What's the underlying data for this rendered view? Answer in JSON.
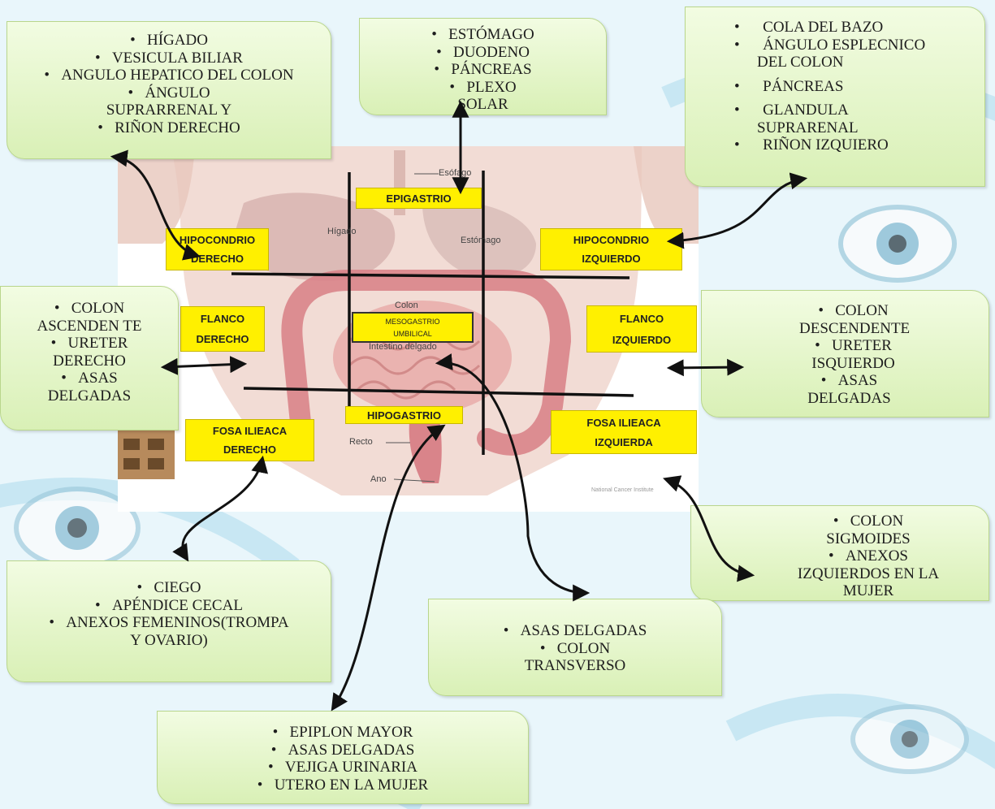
{
  "colors": {
    "note_fill": "#dcf1bc",
    "region_fill": "#fff000",
    "line": "#111111",
    "background": "#e9f6fb"
  },
  "notes": {
    "hipocondrio_derecho": [
      "HÍGADO",
      "VESICULA BILIAR",
      "ANGULO HEPATICO DEL COLON",
      "ÁNGULO SUPRARRENAL Y",
      "RIÑON DERECHO"
    ],
    "epigastrio": [
      "ESTÓMAGO",
      "DUODENO",
      "PÁNCREAS",
      "PLEXO SOLAR"
    ],
    "hipocondrio_izquierdo": [
      "COLA DEL BAZO",
      "ÁNGULO ESPLECNICO DEL COLON",
      "PÁNCREAS",
      "GLANDULA SUPRARENAL",
      "RIÑON IZQUIERO"
    ],
    "flanco_derecho": [
      "COLON ASCENDEN TE",
      "URETER DERECHO",
      "ASAS DELGADAS"
    ],
    "flanco_izquierdo": [
      "COLON DESCENDENTE",
      "URETER ISQUIERDO",
      "ASAS DELGADAS"
    ],
    "fosa_iliaca_izquierda": [
      "COLON SIGMOIDES",
      "ANEXOS IZQUIERDOS EN LA MUJER"
    ],
    "fosa_iliaca_derecha": [
      "CIEGO",
      "APÉNDICE CECAL",
      "ANEXOS FEMENINOS(TROMPA Y OVARIO)"
    ],
    "mesogastrio": [
      "ASAS DELGADAS",
      "COLON TRANSVERSO"
    ],
    "hipogastrio": [
      "EPIPLON MAYOR",
      "ASAS DELGADAS",
      "VEJIGA URINARIA",
      "UTERO EN LA MUJER"
    ]
  },
  "regions": {
    "epigastrio": [
      "EPIGASTRIO"
    ],
    "hipocondrio_derecho": [
      "HIPOCONDRIO",
      "DERECHO"
    ],
    "hipocondrio_izquierdo": [
      "HIPOCONDRIO",
      "IZQUIERDO"
    ],
    "flanco_derecho": [
      "FLANCO",
      "DERECHO"
    ],
    "mesogastrio": [
      "MESOGASTRIO",
      "UMBILICAL"
    ],
    "flanco_izquierdo": [
      "FLANCO",
      "IZQUIERDO"
    ],
    "hipogastrio": [
      "HIPOGASTRIO"
    ],
    "fosa_iliaca_derecha": [
      "FOSA ILIEACA",
      "DERECHO"
    ],
    "fosa_iliaca_izquierda": [
      "FOSA ILIEACA",
      "IZQUIERDA"
    ]
  },
  "organ_labels": {
    "esofago": "Esófago",
    "higado": "Hígado",
    "estomago": "Estómago",
    "colon": "Colon",
    "intestino": "Intestino delgado",
    "recto": "Recto",
    "ano": "Ano",
    "credit": "National Cancer Institute"
  }
}
